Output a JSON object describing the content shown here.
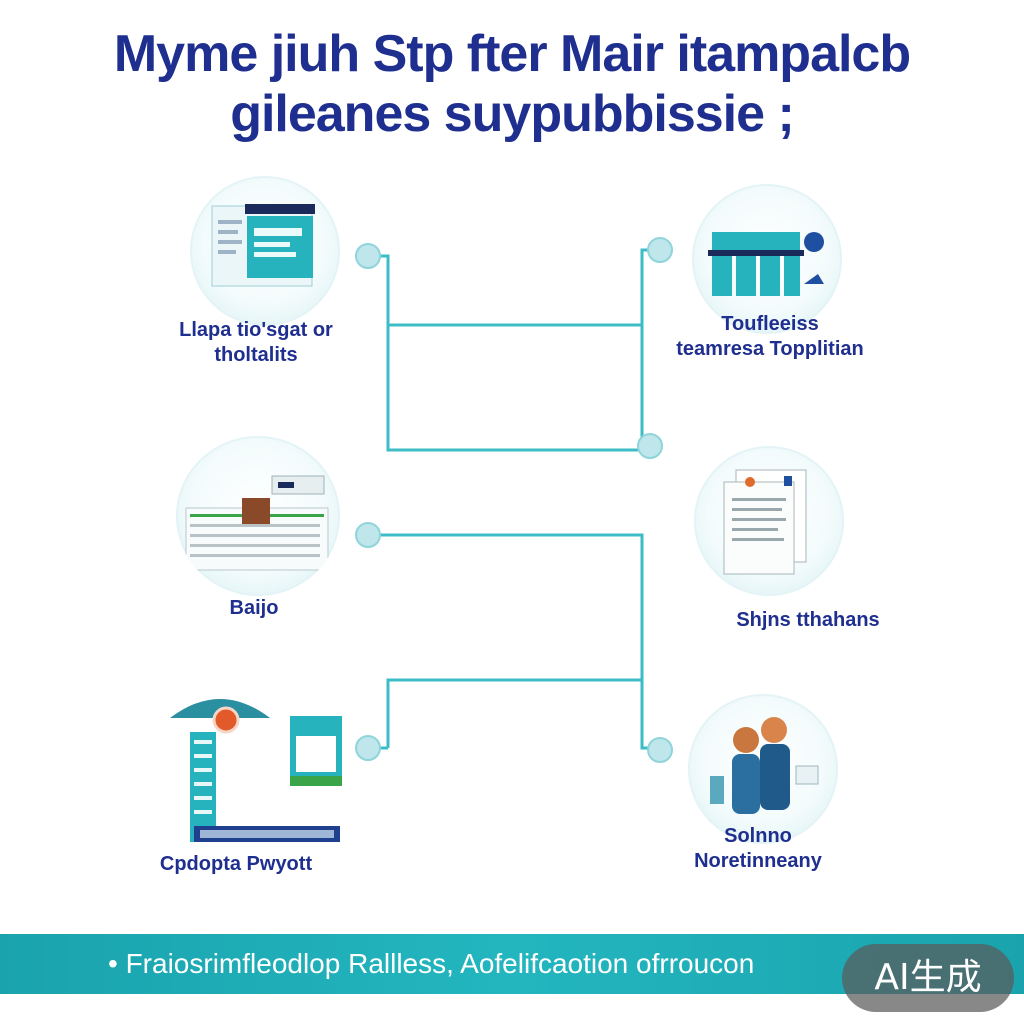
{
  "header": {
    "title_line1": "Myme jiuh Stp fter Mair itampalcb",
    "title_line2": "gileanes suypubbissie ;"
  },
  "nodes": [
    {
      "id": "top-left",
      "label_line1": "Llapa tio'sgat or",
      "label_line2": "tholtalits",
      "icon": "browser-window-icon"
    },
    {
      "id": "top-right",
      "label_line1": "Toufleeiss",
      "label_line2": "teamresa Topplitian",
      "icon": "building-chart-icon"
    },
    {
      "id": "mid-left",
      "label_line1": "Baijo",
      "label_line2": "",
      "icon": "document-list-icon"
    },
    {
      "id": "mid-right",
      "label_line1": "Shjns tthahans",
      "label_line2": "",
      "icon": "documents-icon"
    },
    {
      "id": "bottom-left",
      "label_line1": "Cpdopta Pwyott",
      "label_line2": "",
      "icon": "server-rack-icon"
    },
    {
      "id": "bottom-right",
      "label_line1": "Solnno",
      "label_line2": "Noretinneany",
      "icon": "people-icon"
    }
  ],
  "footer": {
    "text": "• Fraiosrimfleodlop Rallless, Aofelifcaotion ofrroucon"
  },
  "badge": {
    "text": "AI生成"
  },
  "colors": {
    "title": "#1f2f8f",
    "connector": "#3bbcc6",
    "accent": "#1aa3ad",
    "footer_bg": "#1aa3ad"
  }
}
